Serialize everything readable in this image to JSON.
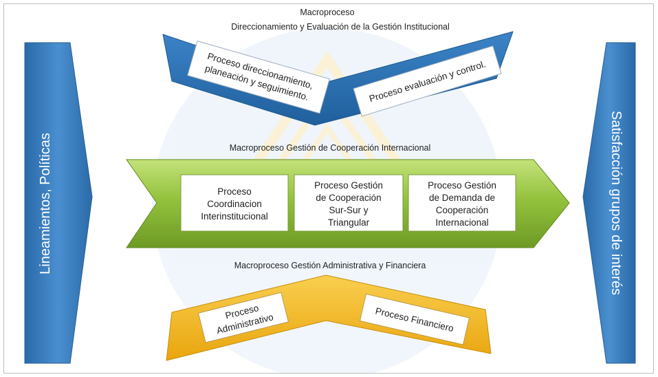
{
  "left_arrow": {
    "label": "Lineamientos, Políticas"
  },
  "right_arrow": {
    "label": "Satisfacción grupos de interés"
  },
  "macro_top": {
    "title_line1": "Macroproceso",
    "title_line2": "Direccionamiento  y Evaluación  de la Gestión  Institucional",
    "box_left": [
      "Proceso direccionamiento,",
      "planeación y seguimiento."
    ],
    "box_right": "Proceso evaluación y control."
  },
  "macro_middle": {
    "title": "Macroproceso Gestión de Cooperación Internacional",
    "box1": [
      "Proceso",
      "Coordinacion",
      "Interinstitucional"
    ],
    "box2": [
      "Proceso Gestión",
      "de Cooperación",
      "Sur-Sur y",
      "Triangular"
    ],
    "box3": [
      "Proceso Gestión",
      "de Demanda de",
      "Cooperación",
      "Internacional"
    ]
  },
  "macro_bottom": {
    "title": "Macroproceso Gestión Administrativa  y Financiera",
    "box_left": [
      "Proceso",
      "Administrativo"
    ],
    "box_right": "Proceso Financiero"
  },
  "colors": {
    "blue": "#2f75b6",
    "green": "#8fbf3a",
    "gold": "#f2b51b",
    "watermark": "#dbe9f5"
  }
}
